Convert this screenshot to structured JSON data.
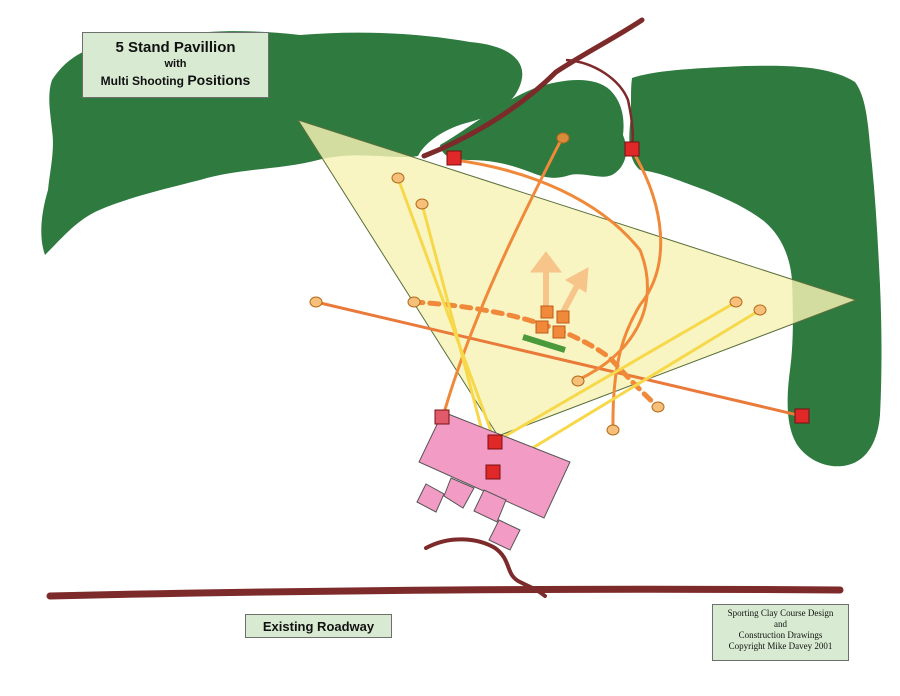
{
  "title": {
    "line1": "5 Stand Pavillion",
    "line2": "with",
    "line3_prefix": "Multi Shooting ",
    "line3_emphasis": "Positions"
  },
  "road_label": "Existing Roadway",
  "credit": {
    "line1": "Sporting Clay Course Design",
    "line2": "and",
    "line3": "Construction Drawings",
    "line4": "Copyright  Mike Davey 2001"
  },
  "colors": {
    "woods": "#2e7a3f",
    "road": "#7d2a2a",
    "shooting_zone": "#f7f3b4",
    "pavilion": "#f29bc4",
    "trap_house": "#e02828",
    "orange_path": "#f08a3a",
    "yellow_path": "#f7d84a",
    "label_bg": "#d8ebd2"
  }
}
